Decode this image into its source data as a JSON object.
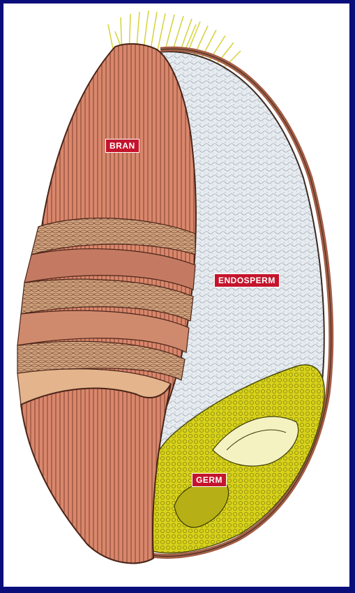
{
  "diagram": {
    "labels": {
      "bran": "BRAN",
      "endosperm": "ENDOSPERM",
      "germ": "GERM"
    },
    "colors": {
      "frame": "#0a0e7a",
      "bran": "#d9876c",
      "bran_layer": "#caa07c",
      "endosperm": "#e6ebf0",
      "germ": "#d8d21a",
      "brush": "#e7e24a",
      "label_bg": "#c4142c",
      "label_text": "#ffffff"
    }
  }
}
